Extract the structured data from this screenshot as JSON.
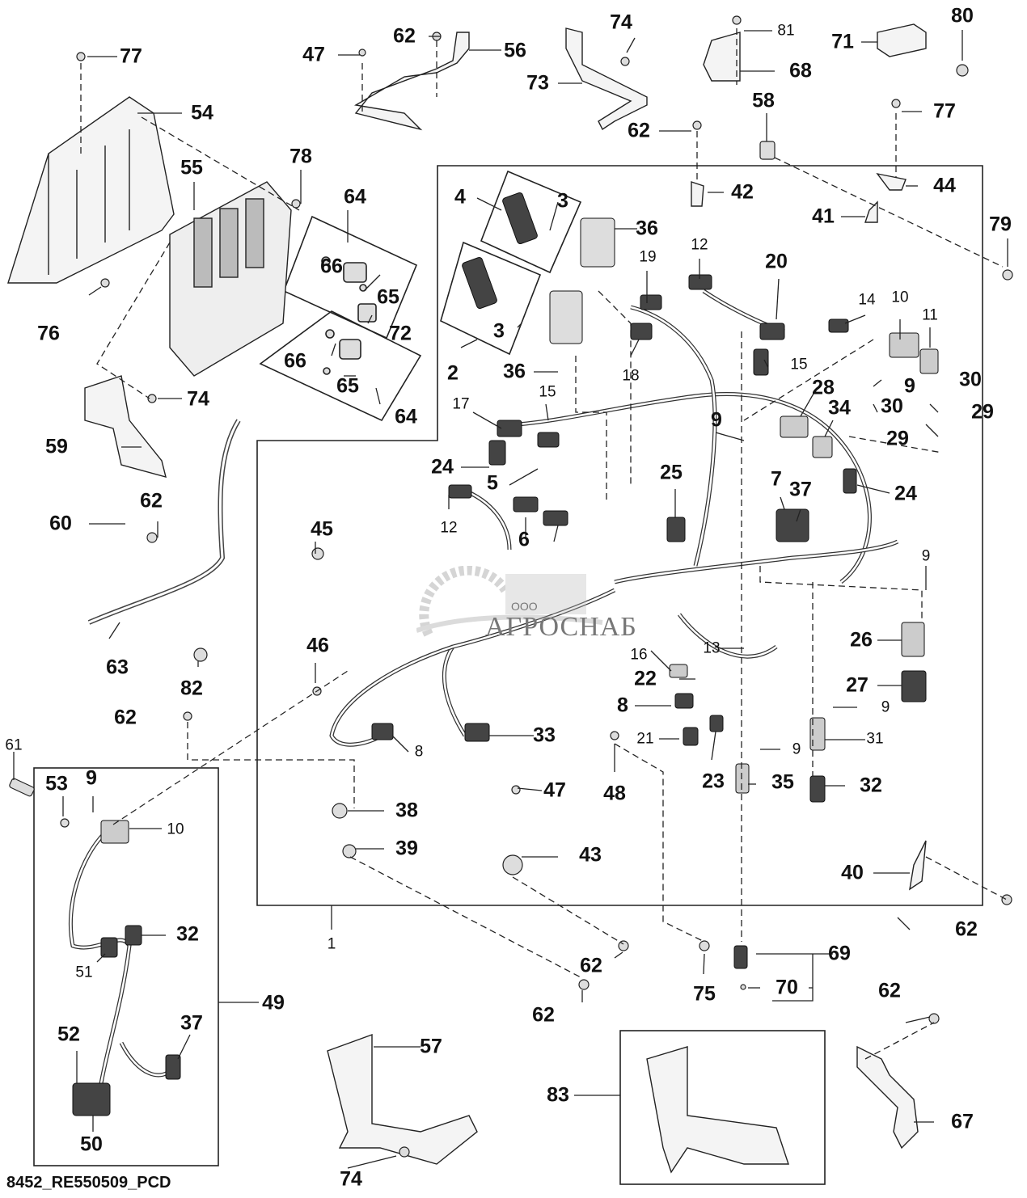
{
  "diagram": {
    "title_code": "8452_RE550509_PCD",
    "watermark": {
      "prefix": "ООО",
      "name": "АГРОСНАБ"
    },
    "callouts": [
      {
        "id": "77a",
        "text": "77"
      },
      {
        "id": "54",
        "text": "54"
      },
      {
        "id": "55",
        "text": "55"
      },
      {
        "id": "78",
        "text": "78"
      },
      {
        "id": "76",
        "text": "76"
      },
      {
        "id": "74a",
        "text": "74"
      },
      {
        "id": "59",
        "text": "59"
      },
      {
        "id": "60",
        "text": "60"
      },
      {
        "id": "62a",
        "text": "62"
      },
      {
        "id": "63",
        "text": "63"
      },
      {
        "id": "82",
        "text": "82"
      },
      {
        "id": "62b",
        "text": "62"
      },
      {
        "id": "61",
        "text": "61"
      },
      {
        "id": "53",
        "text": "53"
      },
      {
        "id": "9a",
        "text": "9"
      },
      {
        "id": "10a",
        "text": "10"
      },
      {
        "id": "32a",
        "text": "32"
      },
      {
        "id": "51",
        "text": "51"
      },
      {
        "id": "49",
        "text": "49"
      },
      {
        "id": "52",
        "text": "52"
      },
      {
        "id": "37a",
        "text": "37"
      },
      {
        "id": "50",
        "text": "50"
      },
      {
        "id": "47a",
        "text": "47"
      },
      {
        "id": "62c",
        "text": "62"
      },
      {
        "id": "56",
        "text": "56"
      },
      {
        "id": "74b",
        "text": "74"
      },
      {
        "id": "73",
        "text": "73"
      },
      {
        "id": "62d",
        "text": "62"
      },
      {
        "id": "81",
        "text": "81"
      },
      {
        "id": "68",
        "text": "68"
      },
      {
        "id": "71",
        "text": "71"
      },
      {
        "id": "80",
        "text": "80"
      },
      {
        "id": "58",
        "text": "58"
      },
      {
        "id": "77b",
        "text": "77"
      },
      {
        "id": "44",
        "text": "44"
      },
      {
        "id": "42",
        "text": "42"
      },
      {
        "id": "41",
        "text": "41"
      },
      {
        "id": "79",
        "text": "79"
      },
      {
        "id": "64a",
        "text": "64"
      },
      {
        "id": "66a",
        "text": "66"
      },
      {
        "id": "65a",
        "text": "65"
      },
      {
        "id": "72",
        "text": "72"
      },
      {
        "id": "66b",
        "text": "66"
      },
      {
        "id": "65b",
        "text": "65"
      },
      {
        "id": "64b",
        "text": "64"
      },
      {
        "id": "4",
        "text": "4"
      },
      {
        "id": "3a",
        "text": "3"
      },
      {
        "id": "3b",
        "text": "3"
      },
      {
        "id": "2",
        "text": "2"
      },
      {
        "id": "36a",
        "text": "36"
      },
      {
        "id": "36b",
        "text": "36"
      },
      {
        "id": "12a",
        "text": "12"
      },
      {
        "id": "19",
        "text": "19"
      },
      {
        "id": "20",
        "text": "20"
      },
      {
        "id": "14",
        "text": "14"
      },
      {
        "id": "18",
        "text": "18"
      },
      {
        "id": "15a",
        "text": "15"
      },
      {
        "id": "10b",
        "text": "10"
      },
      {
        "id": "11",
        "text": "11"
      },
      {
        "id": "9b",
        "text": "9"
      },
      {
        "id": "30a",
        "text": "30"
      },
      {
        "id": "30b",
        "text": "30"
      },
      {
        "id": "29a",
        "text": "29"
      },
      {
        "id": "29b",
        "text": "29"
      },
      {
        "id": "28",
        "text": "28"
      },
      {
        "id": "34",
        "text": "34"
      },
      {
        "id": "9c",
        "text": "9"
      },
      {
        "id": "17",
        "text": "17"
      },
      {
        "id": "15b",
        "text": "15"
      },
      {
        "id": "24a",
        "text": "24"
      },
      {
        "id": "5",
        "text": "5"
      },
      {
        "id": "12b",
        "text": "12"
      },
      {
        "id": "6",
        "text": "6"
      },
      {
        "id": "25",
        "text": "25"
      },
      {
        "id": "7",
        "text": "7"
      },
      {
        "id": "37b",
        "text": "37"
      },
      {
        "id": "24b",
        "text": "24"
      },
      {
        "id": "45",
        "text": "45"
      },
      {
        "id": "46",
        "text": "46"
      },
      {
        "id": "9d",
        "text": "9"
      },
      {
        "id": "26",
        "text": "26"
      },
      {
        "id": "16",
        "text": "16"
      },
      {
        "id": "13",
        "text": "13"
      },
      {
        "id": "22",
        "text": "22"
      },
      {
        "id": "27",
        "text": "27"
      },
      {
        "id": "8a",
        "text": "8"
      },
      {
        "id": "9e",
        "text": "9"
      },
      {
        "id": "21",
        "text": "21"
      },
      {
        "id": "23",
        "text": "23"
      },
      {
        "id": "31",
        "text": "31"
      },
      {
        "id": "33",
        "text": "33"
      },
      {
        "id": "8b",
        "text": "8"
      },
      {
        "id": "48",
        "text": "48"
      },
      {
        "id": "9f",
        "text": "9"
      },
      {
        "id": "47b",
        "text": "47"
      },
      {
        "id": "35",
        "text": "35"
      },
      {
        "id": "32b",
        "text": "32"
      },
      {
        "id": "38",
        "text": "38"
      },
      {
        "id": "39",
        "text": "39"
      },
      {
        "id": "43",
        "text": "43"
      },
      {
        "id": "40",
        "text": "40"
      },
      {
        "id": "1",
        "text": "1"
      },
      {
        "id": "62e",
        "text": "62"
      },
      {
        "id": "62f",
        "text": "62"
      },
      {
        "id": "62g",
        "text": "62"
      },
      {
        "id": "75",
        "text": "75"
      },
      {
        "id": "69",
        "text": "69"
      },
      {
        "id": "70",
        "text": "70"
      },
      {
        "id": "57",
        "text": "57"
      },
      {
        "id": "74c",
        "text": "74"
      },
      {
        "id": "83",
        "text": "83"
      },
      {
        "id": "62h",
        "text": "62"
      },
      {
        "id": "67",
        "text": "67"
      }
    ]
  }
}
